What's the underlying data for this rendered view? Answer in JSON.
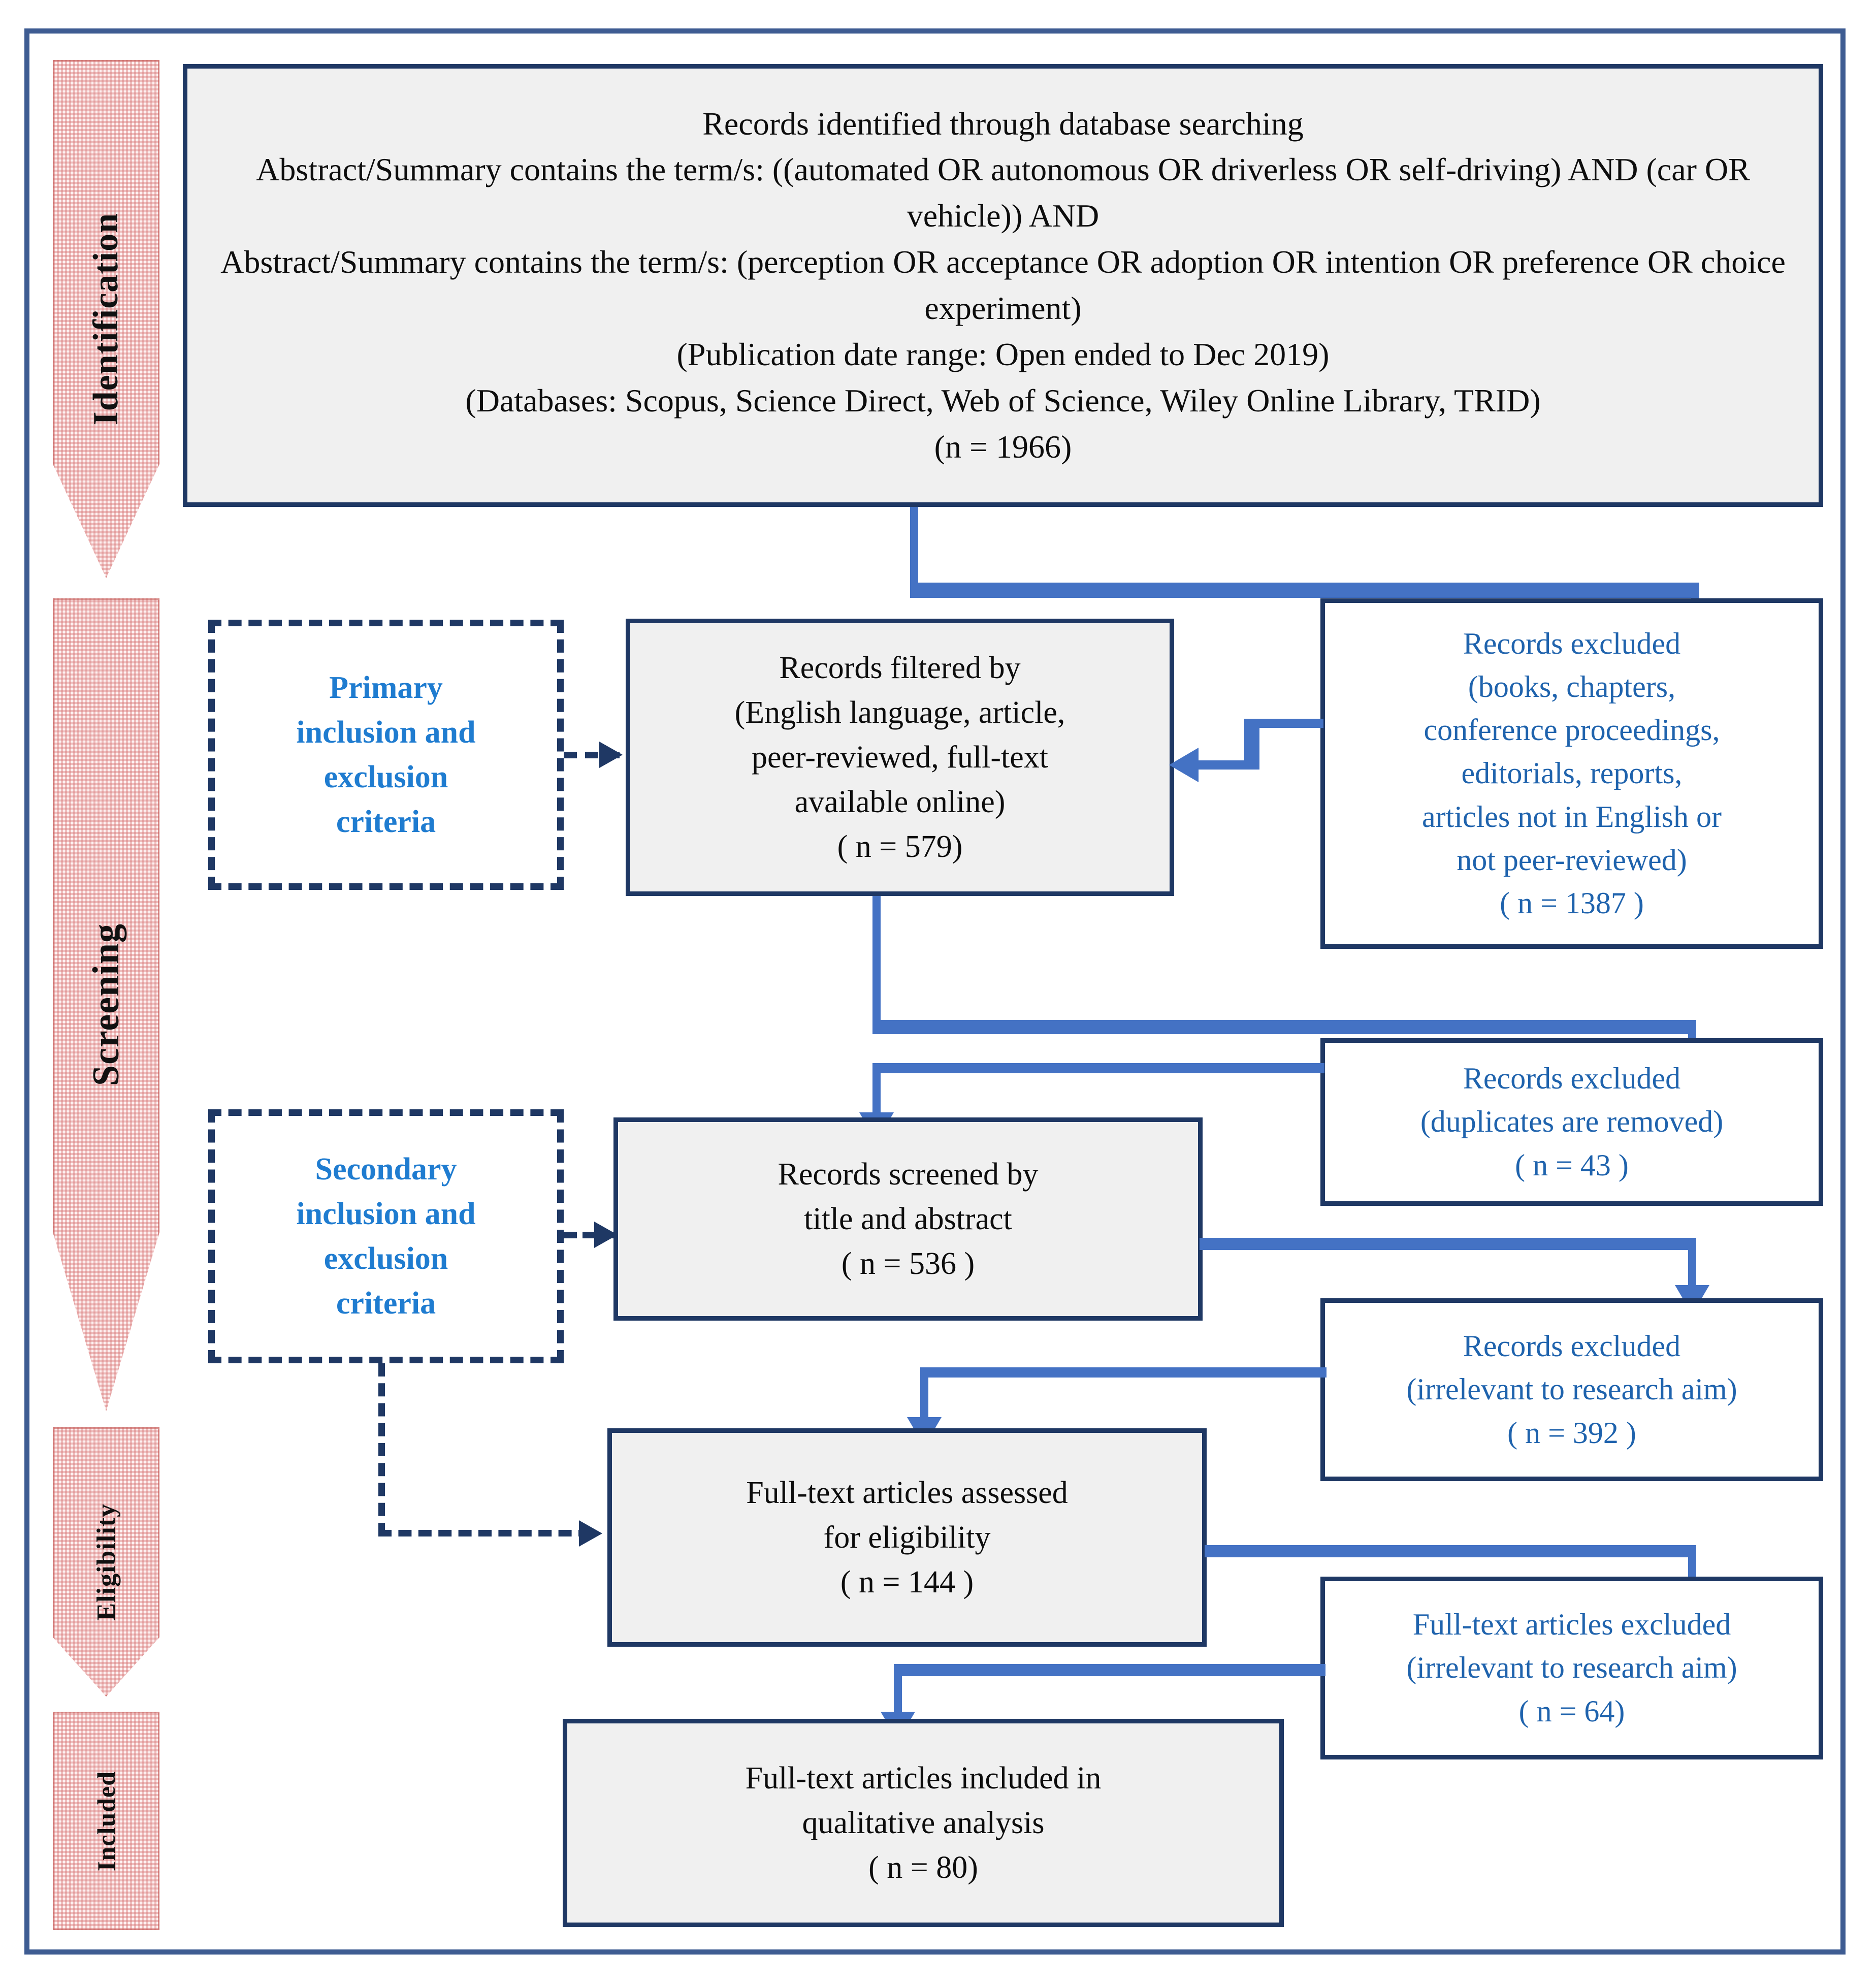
{
  "diagram": {
    "title": "PRISMA flow diagram of the systematic literature review",
    "colors": {
      "frame": "#3e5c92",
      "box_border": "#1f3864",
      "box_fill": "#f0f0f0",
      "excluded_text": "#1f63ad",
      "criteria_text": "#1f7cd0",
      "connector": "#4472c4",
      "stage_border": "#c0504d",
      "stage_fill": "#fdf0f0"
    }
  },
  "stages": [
    {
      "id": "identification",
      "label": "Identification"
    },
    {
      "id": "screening",
      "label": "Screening"
    },
    {
      "id": "eligibility",
      "label": "Eligibility"
    },
    {
      "id": "included",
      "label": "Included"
    }
  ],
  "nodes": {
    "identified": {
      "kind": "records",
      "text": "Records identified through database searching\nAbstract/Summary contains the term/s: ((automated OR autonomous OR driverless OR self-driving) AND (car OR vehicle)) AND\nAbstract/Summary contains the term/s: (perception OR acceptance OR adoption OR intention OR preference  OR choice experiment)\n(Publication date range: Open ended  to Dec 2019)\n(Databases: Scopus, Science Direct, Web of Science, Wiley Online Library, TRID)\n(n = 1966)",
      "n": 1966
    },
    "primary_criteria": {
      "kind": "criteria",
      "text": "Primary\ninclusion and\nexclusion\ncriteria"
    },
    "filtered": {
      "kind": "records",
      "text": "Records filtered by\n(English language, article,\npeer-reviewed, full-text\navailable online)\n( n = 579)",
      "n": 579
    },
    "excluded_1387": {
      "kind": "excluded",
      "text": "Records excluded\n(books, chapters,\nconference proceedings,\neditorials, reports,\narticles not in English or\nnot peer-reviewed)\n( n = 1387 )",
      "n": 1387
    },
    "excluded_43": {
      "kind": "excluded",
      "text": "Records excluded\n(duplicates are removed)\n( n = 43 )",
      "n": 43
    },
    "secondary_criteria": {
      "kind": "criteria",
      "text": "Secondary\ninclusion and\nexclusion\ncriteria"
    },
    "screened": {
      "kind": "records",
      "text": "Records screened by\ntitle and abstract\n( n = 536 )",
      "n": 536
    },
    "excluded_392": {
      "kind": "excluded",
      "text": "Records excluded\n(irrelevant to research aim)\n( n = 392 )",
      "n": 392
    },
    "assessed": {
      "kind": "records",
      "text": "Full-text articles assessed\nfor eligibility\n( n = 144 )",
      "n": 144
    },
    "excluded_64": {
      "kind": "excluded",
      "text": "Full-text articles excluded\n(irrelevant to research aim)\n( n = 64)",
      "n": 64
    },
    "included": {
      "kind": "records",
      "text": "Full-text articles included in\nqualitative analysis\n( n = 80)",
      "n": 80
    }
  }
}
